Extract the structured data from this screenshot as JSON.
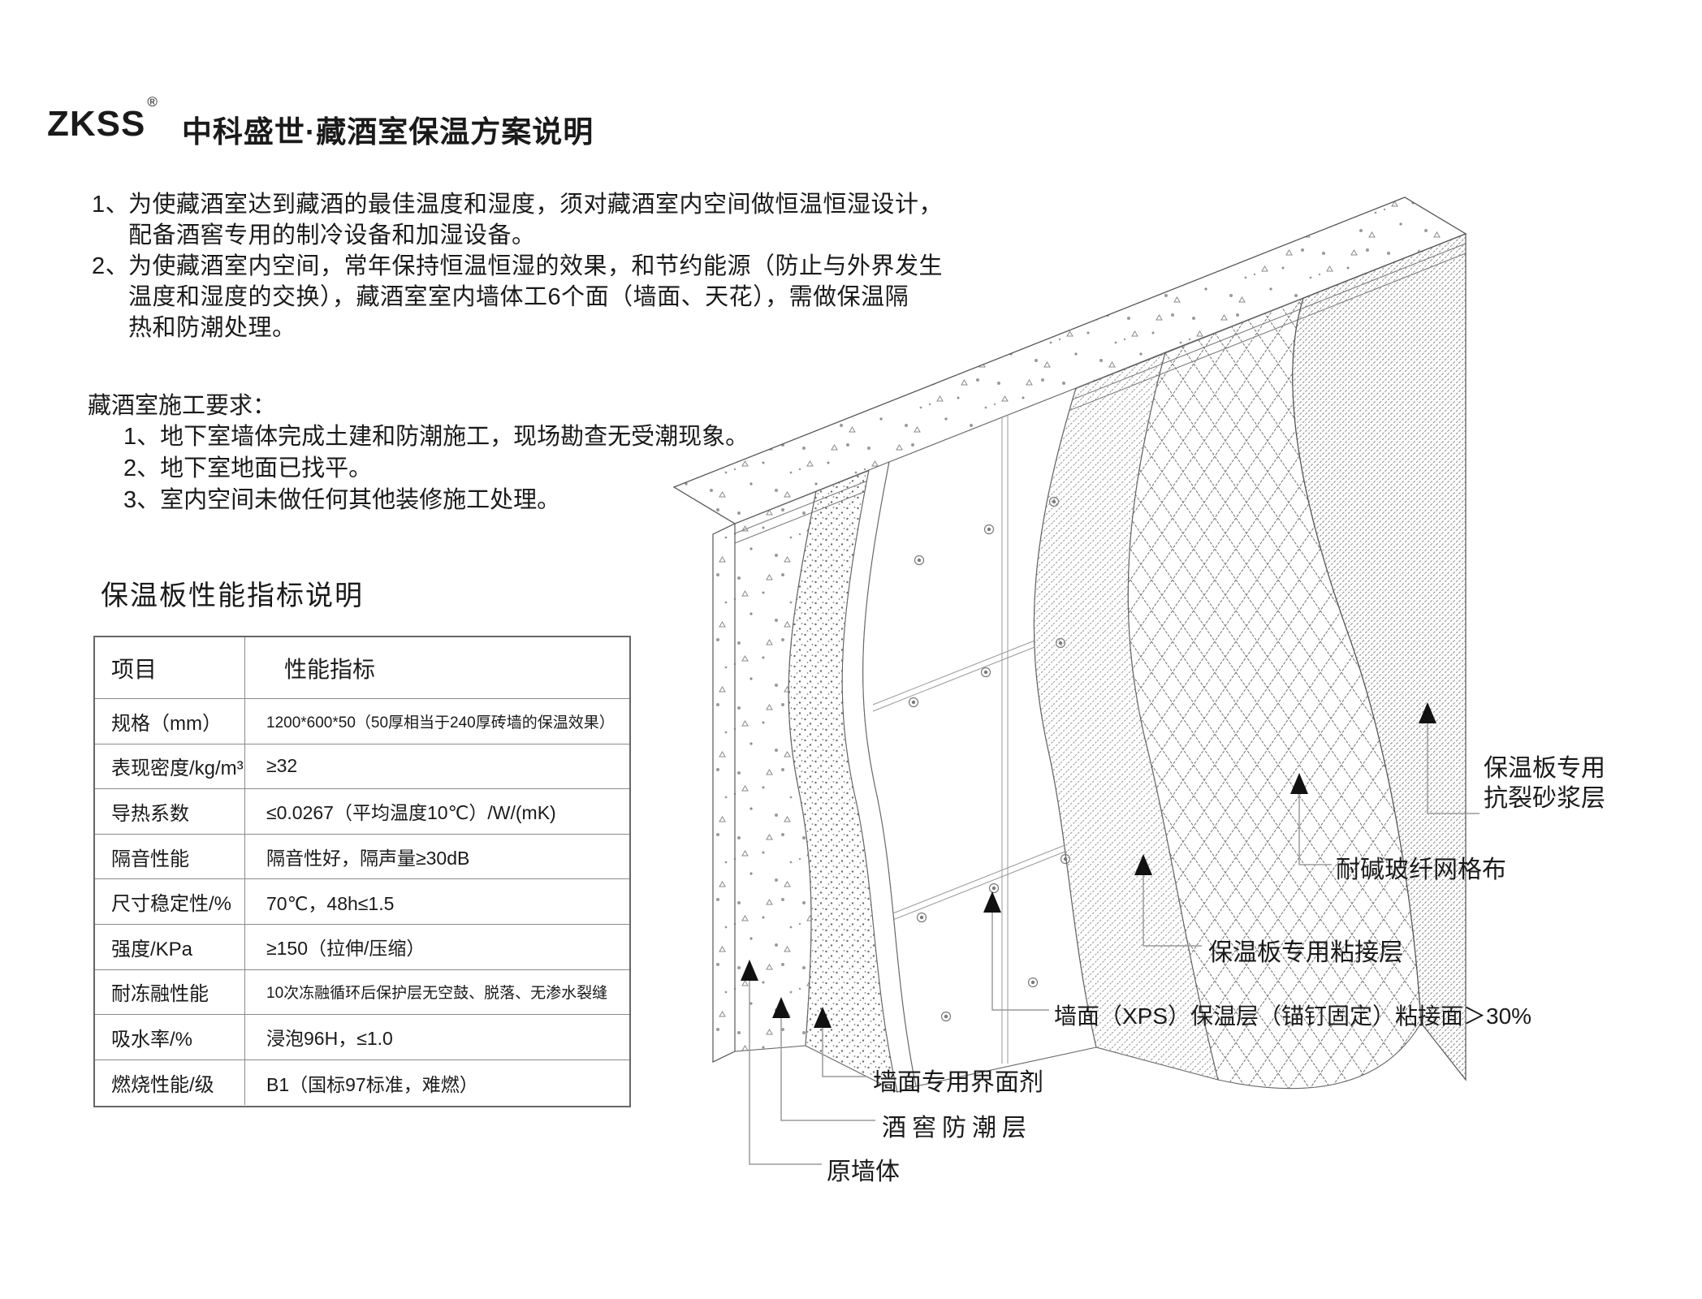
{
  "header": {
    "logo": "ZKSS",
    "registered_mark": "®",
    "title": "中科盛世·藏酒室保温方案说明"
  },
  "intro": {
    "items": [
      {
        "marker": "1、",
        "lines": [
          "为使藏酒室达到藏酒的最佳温度和湿度，须对藏酒室内空间做恒温恒湿设计，",
          "配备酒窖专用的制冷设备和加湿设备。"
        ]
      },
      {
        "marker": "2、",
        "lines": [
          "为使藏酒室内空间，常年保持恒温恒湿的效果，和节约能源（防止与外界发生",
          "温度和湿度的交换），藏酒室室内墙体工6个面（墙面、天花），需做保温隔",
          "热和防潮处理。"
        ]
      }
    ]
  },
  "requirements": {
    "heading": "藏酒室施工要求：",
    "items": [
      "1、地下室墙体完成土建和防潮施工，现场勘查无受潮现象。",
      "2、地下室地面已找平。",
      "3、室内空间未做任何其他装修施工处理。"
    ]
  },
  "spec_table": {
    "title": "保温板性能指标说明",
    "columns": [
      "项目",
      "性能指标"
    ],
    "rows": [
      {
        "item": "规格（mm）",
        "value": "1200*600*50（50厚相当于240厚砖墙的保温效果）"
      },
      {
        "item": "表现密度/kg/m³",
        "value": "≥32"
      },
      {
        "item": "导热系数",
        "value": "≤0.0267（平均温度10℃）/W/(mK)"
      },
      {
        "item": "隔音性能",
        "value": "隔音性好，隔声量≥30dB"
      },
      {
        "item": "尺寸稳定性/%",
        "value": "70℃，48h≤1.5"
      },
      {
        "item": "强度/KPa",
        "value": "≥150（拉伸/压缩）"
      },
      {
        "item": "耐冻融性能",
        "value": "10次冻融循环后保护层无空鼓、脱落、无渗水裂缝"
      },
      {
        "item": "吸水率/%",
        "value": "浸泡96H，≤1.0"
      },
      {
        "item": "燃烧性能/级",
        "value": "B1（国标97标准，难燃）"
      }
    ]
  },
  "diagram": {
    "labels": {
      "mortar_line1": "保温板专用",
      "mortar_line2": "抗裂砂浆层",
      "mesh": "耐碱玻纤网格布",
      "adhesive": "保温板专用粘接层",
      "xps": "墙面（XPS）保温层（锚钉固定）粘接面＞30%",
      "interface": "墙面专用界面剂",
      "moisture": "酒窖防潮层",
      "wall": "原墙体"
    }
  },
  "colors": {
    "text": "#1a1a1a",
    "leader_line": "#9a9a9a",
    "table_border": "#666666"
  }
}
